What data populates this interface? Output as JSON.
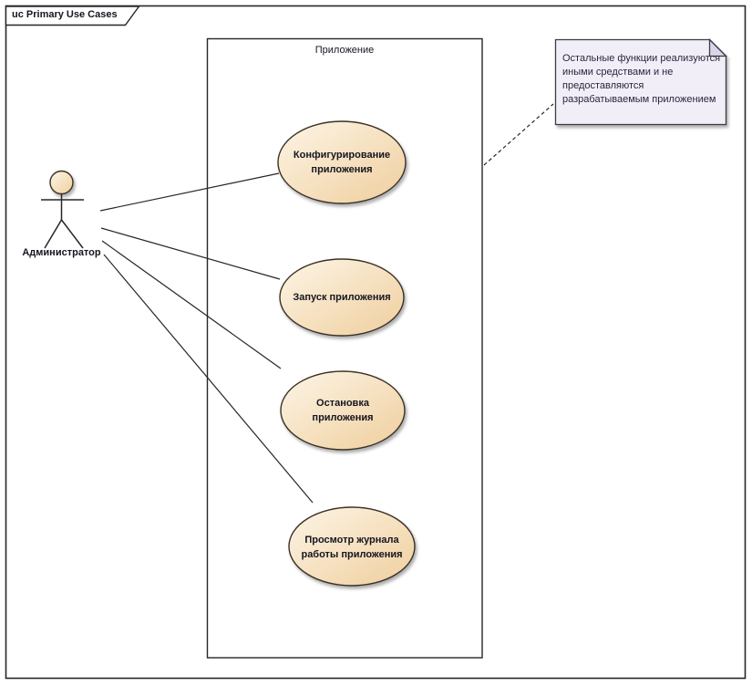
{
  "frame": {
    "label": "uc Primary Use Cases"
  },
  "boundary": {
    "label": "Приложение"
  },
  "actor": {
    "label": "Администратор"
  },
  "use_cases": [
    {
      "label": "Конфигурирование\nприложения"
    },
    {
      "label": "Запуск приложения"
    },
    {
      "label": "Остановка\nприложения"
    },
    {
      "label": "Просмотр журнала\nработы приложения"
    }
  ],
  "note": {
    "text": "Остальные функции реализуются\nиными средствами и не\nпредоставляются\nразрабатываемым приложением"
  },
  "colors": {
    "line_dark": "#262626",
    "uc_light": "#fdf5e6",
    "uc_dark": "#efce9d",
    "uc_border": "#3a3126",
    "note_fill": "#f2eef8",
    "note_fold": "#dcd5e9",
    "note_border": "#3c3c46",
    "note_text": "#27273a",
    "text_dark": "#15151f",
    "shadow": "rgba(110,110,110,0.55)"
  }
}
